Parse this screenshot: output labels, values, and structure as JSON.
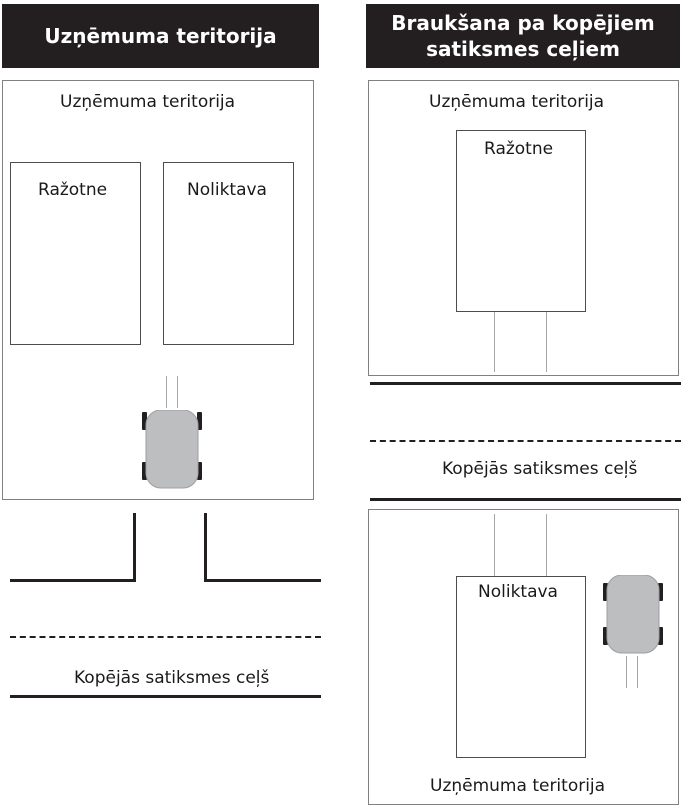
{
  "left": {
    "header": "Uzņēmuma teritorija",
    "territory_label": "Uzņēmuma teritorija",
    "production_label": "Ražotne",
    "warehouse_label": "Noliktava",
    "road_label": "Kopējās satiksmes ceļš"
  },
  "right": {
    "header_line1": "Braukšana pa kopējiem",
    "header_line2": "satiksmes ceļiem",
    "top_territory_label": "Uzņēmuma teritorija",
    "production_label": "Ražotne",
    "road_label": "Kopējās satiksmes ceļš",
    "warehouse_label": "Noliktava",
    "bottom_territory_label": "Uzņēmuma teritorija"
  },
  "colors": {
    "header_bg": "#231f20",
    "header_text": "#ffffff",
    "car_body": "#bcbec0",
    "wheel": "#231f20"
  },
  "icons": [
    "car-icon"
  ]
}
